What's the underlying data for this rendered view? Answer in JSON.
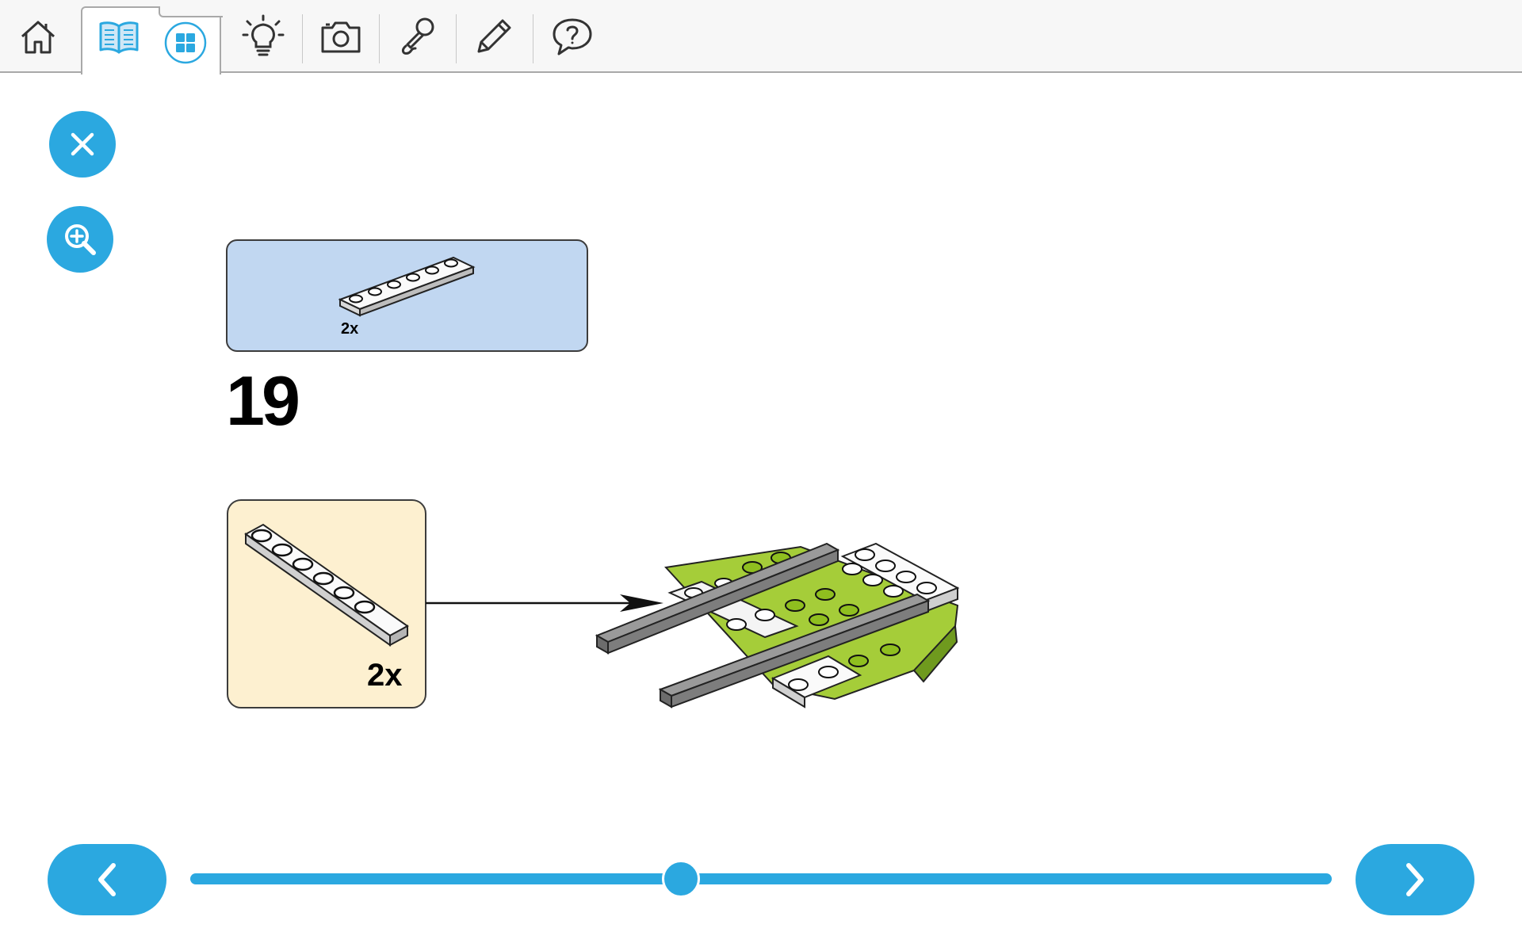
{
  "toolbar": {
    "items": [
      {
        "icon": "home-icon"
      },
      {
        "icon": "instructions-book-icon"
      },
      {
        "icon": "grid-view-icon"
      },
      {
        "icon": "lightbulb-icon"
      },
      {
        "icon": "camera-icon"
      },
      {
        "icon": "microphone-icon"
      },
      {
        "icon": "pencil-icon"
      },
      {
        "icon": "help-speech-icon"
      }
    ],
    "active_tab": "instructions-book-icon"
  },
  "side_buttons": [
    {
      "icon": "close-icon"
    },
    {
      "icon": "zoom-in-icon"
    }
  ],
  "parts_needed": {
    "part": "1x6 white plate",
    "quantity": "2x"
  },
  "step": {
    "number": "19",
    "callout_quantity": "2x"
  },
  "navigation": {
    "prev_icon": "chevron-left-icon",
    "next_icon": "chevron-right-icon",
    "progress": 0.43
  },
  "colors": {
    "accent": "#2ba8e0",
    "parts_panel": "#c1d7f1",
    "callout_panel": "#fdf0d0",
    "brick_green": "#a5cd39",
    "brick_gray": "#9a9a9a"
  }
}
